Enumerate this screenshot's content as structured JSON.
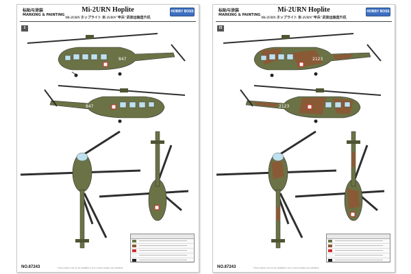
{
  "sheets": [
    {
      "header_cn": "标贴与涂装",
      "header_en": "MARKING & PAINTING",
      "title": "Mi-2URN Hoplite",
      "subtitle": "Mi-2URN ホップライト   米-2URN\"甲兵\"武装运输直升机",
      "logo": "HOBBY BOSS",
      "scheme": "I",
      "side_number": "847",
      "footer_no": "NO.87243",
      "footer_note": "* Some paints may not be available in your country please use substitute"
    },
    {
      "header_cn": "标贴与涂装",
      "header_en": "MARKING & PAINTING",
      "title": "Mi-2URN Hoplite",
      "subtitle": "Mi-2URN ホップライト   米-2URN\"甲兵\"武装运输直升机",
      "logo": "HOBBY BOSS",
      "scheme": "II",
      "side_number": "2123",
      "footer_no": "NO.87243",
      "footer_note": "* Some paints may not be available in your country please use substitute"
    }
  ],
  "colors": {
    "olive": "#6b7245",
    "olive_dark": "#4f5533",
    "brown": "#8a5a36",
    "glass": "#bfe0ee",
    "rotor": "#2e2e2e",
    "polish_red": "#d42a2a"
  }
}
